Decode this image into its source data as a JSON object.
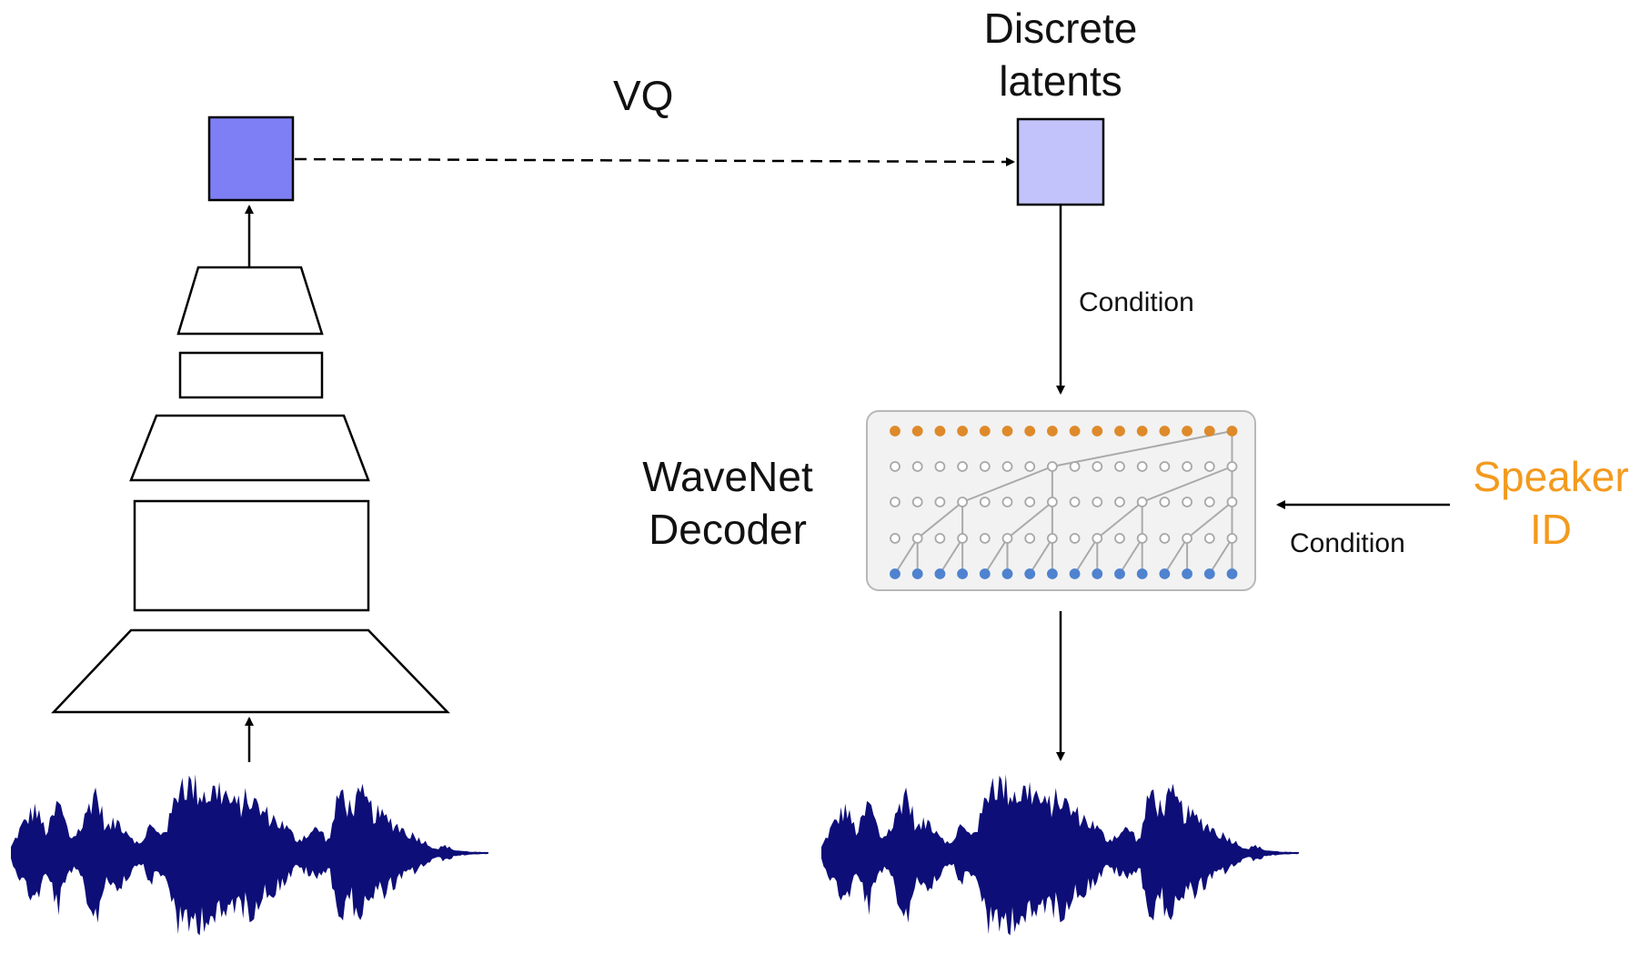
{
  "labels": {
    "vq": "VQ",
    "latents_line1": "Discrete",
    "latents_line2": "latents",
    "condition_top": "Condition",
    "wavenet_line1": "WaveNet",
    "wavenet_line2": "Decoder",
    "speaker_line1": "Speaker",
    "speaker_line2": "ID",
    "condition_right": "Condition"
  },
  "colors": {
    "encoder_output": "#7f7ff5",
    "latent": "#c3c3fb",
    "waveform": "#0e0e78",
    "speaker_text": "#f39a1e",
    "wavenet_output_nodes": "#de8a2a",
    "wavenet_input_nodes": "#4f82cf",
    "wavenet_hidden_nodes": "#a8a8a8"
  },
  "wavenet": {
    "columns": 16,
    "hidden_layers": 3
  }
}
